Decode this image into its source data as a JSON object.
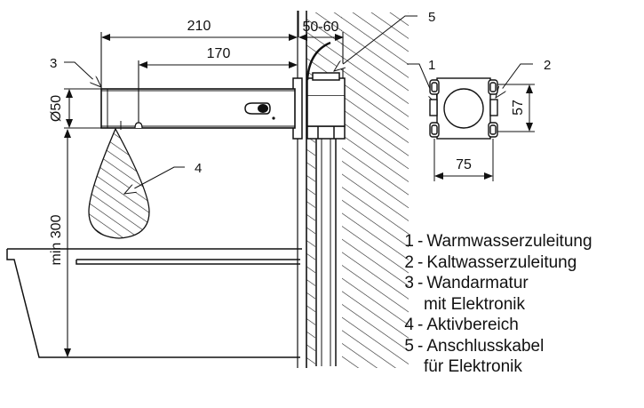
{
  "dimensions": {
    "overall_length": "210",
    "spout_length": "170",
    "wall_offset": "50-60",
    "body_diameter": "Ø50",
    "min_height": "min 300",
    "mount_height": "57",
    "mount_width": "75"
  },
  "callouts": {
    "c1": "1",
    "c2": "2",
    "c3": "3",
    "c4": "4",
    "c5": "5"
  },
  "legend": {
    "separator": "-",
    "items": [
      {
        "num": "1",
        "lines": [
          "Warmwasserzuleitung"
        ]
      },
      {
        "num": "2",
        "lines": [
          "Kaltwasserzuleitung"
        ]
      },
      {
        "num": "3",
        "lines": [
          "Wandarmatur",
          "mit Elektronik"
        ]
      },
      {
        "num": "4",
        "lines": [
          "Aktivbereich"
        ]
      },
      {
        "num": "5",
        "lines": [
          "Anschlusskabel",
          "für Elektronik"
        ]
      }
    ]
  }
}
